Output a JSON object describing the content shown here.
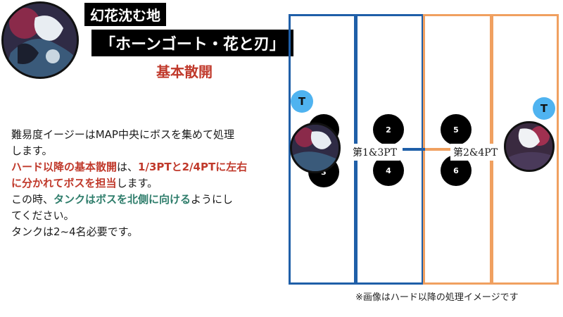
{
  "header": {
    "title_line1": "幻花沈む地",
    "title_line2": "「ホーンゴート・花と刃」",
    "subtitle": "基本散開"
  },
  "description": {
    "line1": "難易度イージーはMAP中央にボスを集めて処理",
    "line2": "します。",
    "line3_red": "ハード以降の基本散開",
    "line3_mid": "は、",
    "line3_red2": "1/3PTと2/4PTに左右",
    "line4_red": "に分かれてボスを担当",
    "line4_rest": "します。",
    "line5_a": "この時、",
    "line5_teal": "タンクはボスを北側に向ける",
    "line5_b": "ようにし",
    "line6": "てください。",
    "line7": "タンクは2~4名必要です。"
  },
  "note": "※画像はハード以降の処理イメージです",
  "map": {
    "group_left_label": "第1&3PT",
    "group_right_label": "第2&4PT",
    "tank_label": "T",
    "left_markers": [
      "1",
      "2",
      "3",
      "4"
    ],
    "right_markers": [
      "5",
      "6"
    ],
    "colors": {
      "blue": "#1f5fa8",
      "orange": "#f0a060",
      "tank": "#4fb3f0"
    }
  }
}
